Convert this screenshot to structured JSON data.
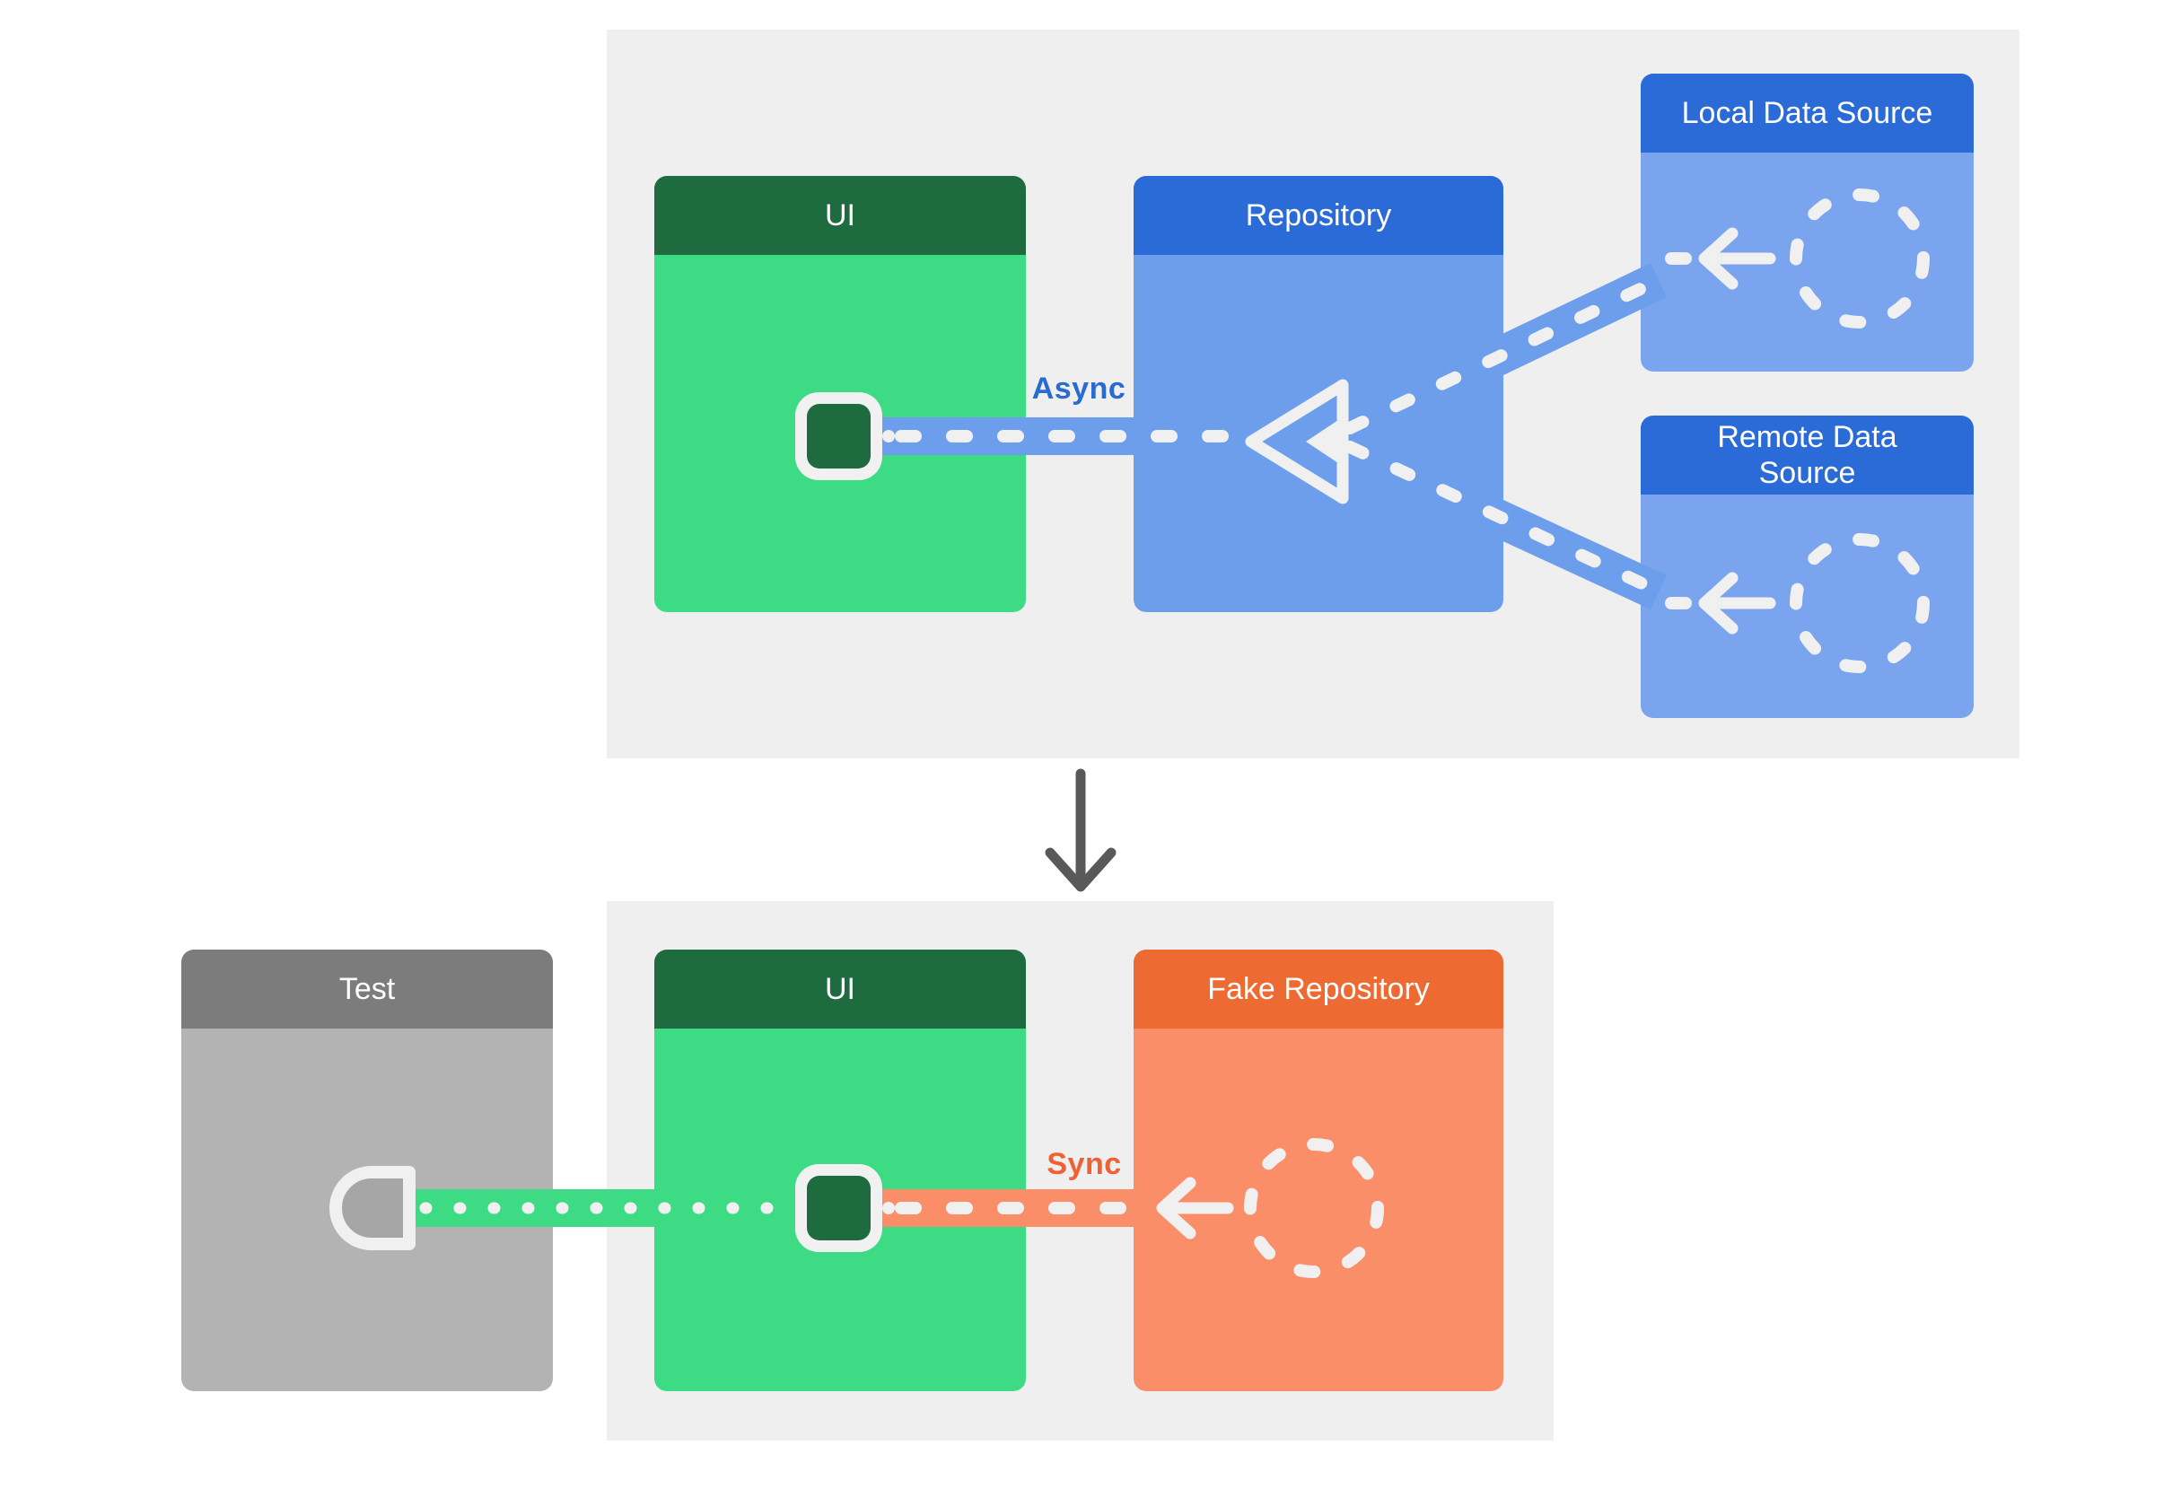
{
  "colors": {
    "page_bg": "#ffffff",
    "panel_bg": "#efefef",
    "green_header": "#1d6b3f",
    "green_body": "#3ddc84",
    "blue_header": "#2b6bd7",
    "blue_body": "#6d9eeb",
    "blue_light_body": "#7aa5ee",
    "orange_header": "#ee6a33",
    "orange_body": "#fa8e68",
    "gray_header": "#7c7c7c",
    "gray_body": "#b3b3b3",
    "icon_white": "#f0f0f0",
    "dark_green_icon": "#1d6b3f",
    "async_label_color": "#2a6bd2",
    "sync_label_color": "#ee6134",
    "down_arrow_color": "#595959",
    "test_socket_fill": "#a6a6a6"
  },
  "top": {
    "ui_title": "UI",
    "repository_title": "Repository",
    "local_title": "Local Data Source",
    "remote_title": "Remote Data Source",
    "link_label": "Async"
  },
  "bottom": {
    "test_title": "Test",
    "ui_title": "UI",
    "fake_title": "Fake Repository",
    "link_label": "Sync"
  },
  "icons": {
    "ui_screen": "rounded-square",
    "repository_valve": "left-triangle-outline",
    "data_source": "dashed-circle",
    "flow_arrow": "left-arrow",
    "test_socket": "half-circle-socket",
    "section_flow": "down-arrow"
  }
}
